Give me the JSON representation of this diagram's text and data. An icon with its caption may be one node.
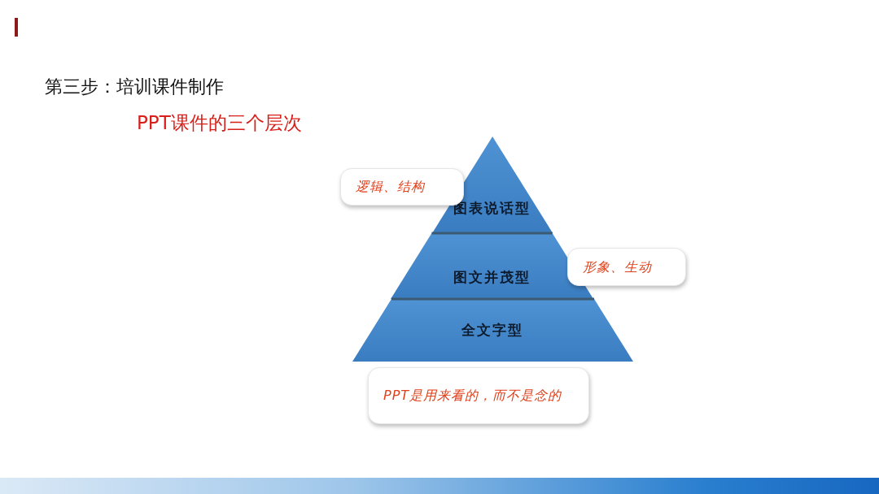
{
  "diagram": {
    "title": "第三步：培训课件制作",
    "nodes": [
      {
        "text": [
          "图表说话型"
        ]
      },
      {
        "text": [
          "图文并茂型"
        ]
      },
      {
        "text": [
          "全文字型"
        ]
      },
      {
        "text": [
          "逻辑、结构"
        ]
      },
      {
        "text": [
          "形象、生动"
        ]
      },
      {
        "text": [
          "PPT是用来看的，而不是念的"
        ]
      }
    ],
    "labels": [
      "PPT课件的三个层次"
    ]
  }
}
